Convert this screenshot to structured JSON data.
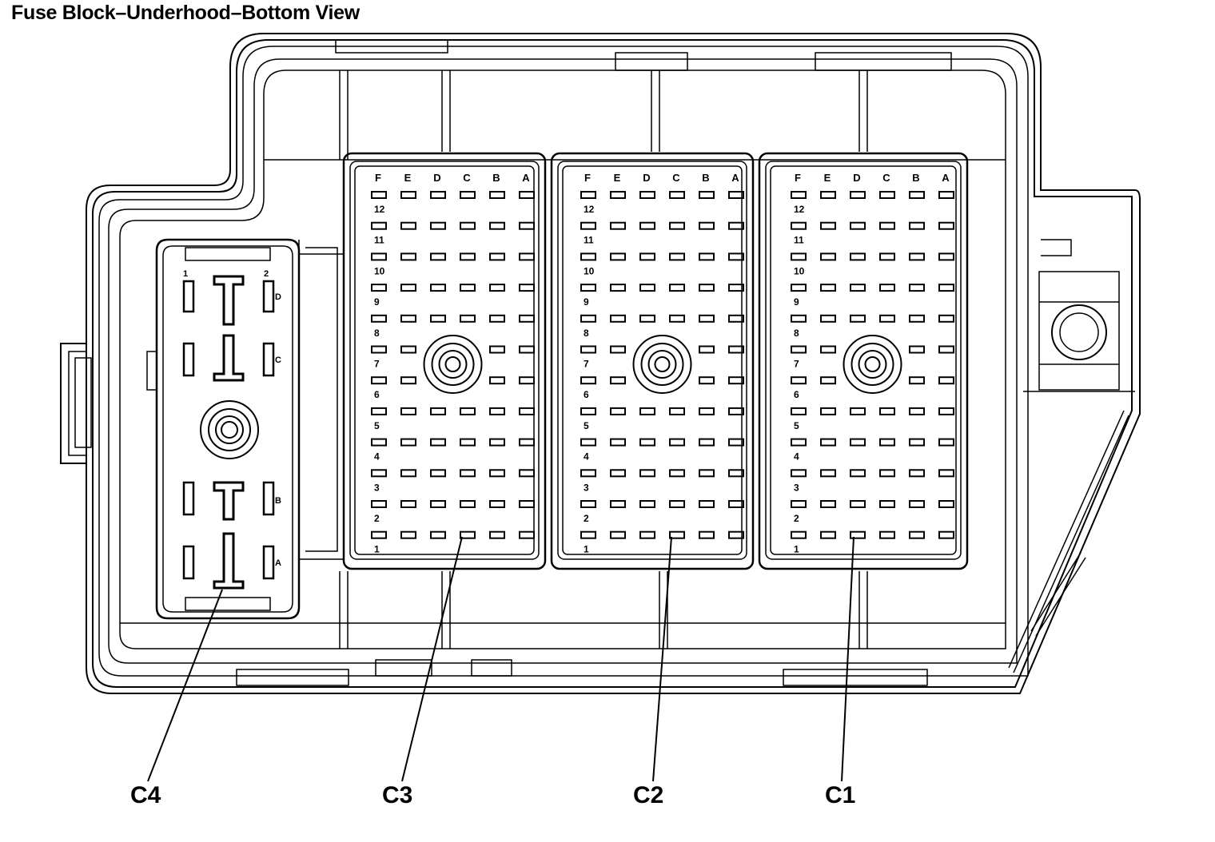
{
  "title": "Fuse Block–Underhood–Bottom View",
  "connectors": [
    {
      "id": "C1",
      "label": "C1"
    },
    {
      "id": "C2",
      "label": "C2"
    },
    {
      "id": "C3",
      "label": "C3"
    },
    {
      "id": "C4",
      "label": "C4"
    }
  ],
  "grid_columns": [
    "F",
    "E",
    "D",
    "C",
    "B",
    "A"
  ],
  "grid_rows": [
    "12",
    "11",
    "10",
    "9",
    "8",
    "7",
    "6",
    "5",
    "4",
    "3",
    "2",
    "1"
  ],
  "c4_labels": {
    "pin1": "1",
    "pin2": "2",
    "rowD": "D",
    "rowC": "C",
    "rowB": "B",
    "rowA": "A"
  }
}
